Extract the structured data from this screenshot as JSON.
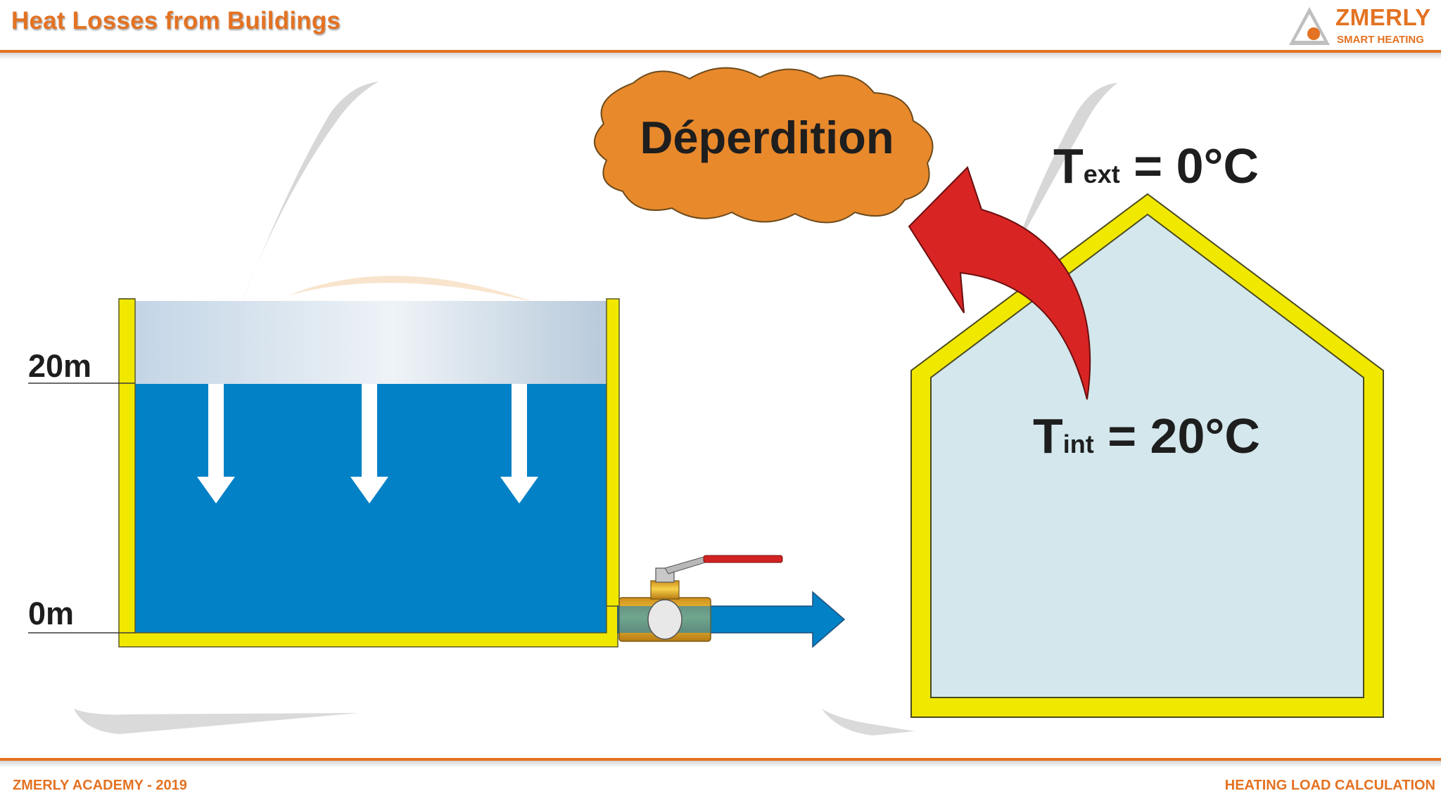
{
  "header": {
    "title": "Heat Losses from Buildings"
  },
  "logo": {
    "name": "ZMERLY",
    "tagline": "SMART HEATING"
  },
  "footer": {
    "left": "ZMERLY ACADEMY - 2019",
    "right": "HEATING LOAD CALCULATION"
  },
  "tank": {
    "level_top": "20m",
    "level_bottom": "0m"
  },
  "cloud": {
    "label": "Déperdition"
  },
  "house": {
    "text_prefix": "T",
    "text_sub": "ext",
    "text_value": " = 0°C",
    "tint_prefix": "T",
    "tint_sub": "int",
    "tint_value": " = 20°C"
  },
  "colors": {
    "accent": "#e37222",
    "water": "#0281c6",
    "wall": "#f1e800",
    "house_fill": "#d3e7ec",
    "loss_arrow": "#d92424",
    "cloud": "#e8892c"
  }
}
